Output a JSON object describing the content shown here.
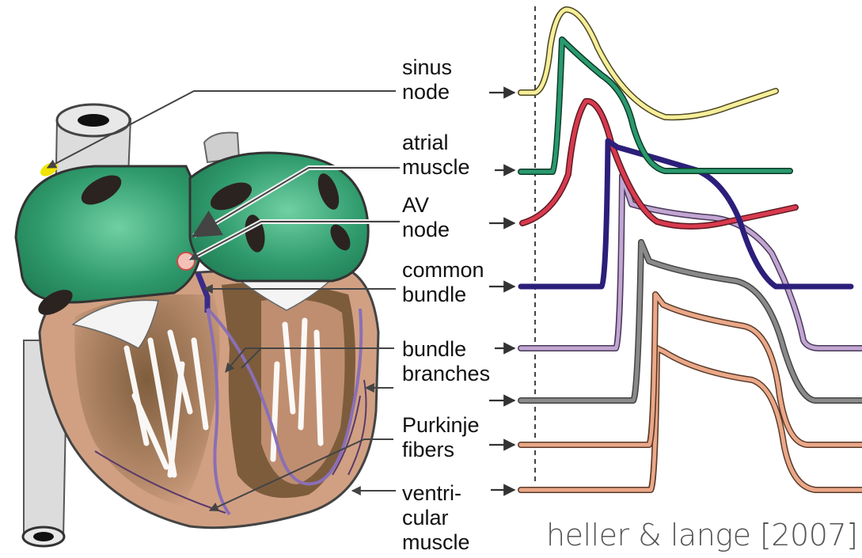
{
  "labels": {
    "sinus_node": "sinus\nnode",
    "atrial_muscle": "atrial\nmuscle",
    "av_node": "AV\nnode",
    "common_bundle": "common\nbundle",
    "bundle_branches": "bundle\nbranches",
    "purkinje_fibers": "Purkinje\nfibers",
    "ventricular_muscle": "ventri-\ncular\nmuscle"
  },
  "citation": "heller & lange [2007]",
  "colors": {
    "sinus_node": "#f4ec94",
    "atrial_muscle": "#1f8a62",
    "av_node": "#d8344a",
    "common_bundle": "#2b1f7a",
    "bundle_branches": "#b79ac8",
    "purkinje_fibers": "#8a8a8a",
    "ventricular_muscle": "#e9a886",
    "atria": "#2f9a6c",
    "ventricle": "#cf9a7c"
  }
}
